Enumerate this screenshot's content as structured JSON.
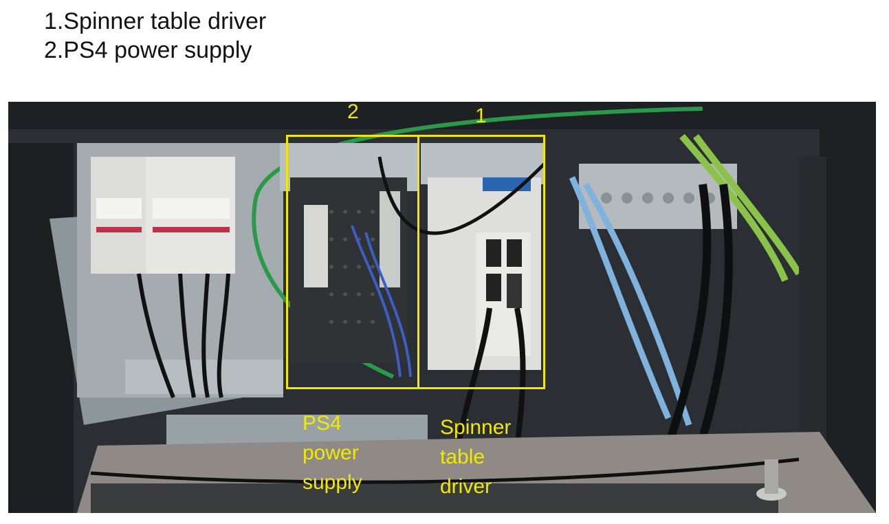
{
  "legend": {
    "item1": "1.Spinner table driver",
    "item2": "2.PS4 power supply"
  },
  "photo": {
    "highlights": [
      {
        "number": "2",
        "description": "PS4 power supply region"
      },
      {
        "number": "1",
        "description": "Spinner table driver region"
      }
    ],
    "callout_ps4": {
      "line1": "PS4",
      "line2": "power",
      "line3": "supply"
    },
    "callout_spinner": {
      "line1": "Spinner",
      "line2": "table",
      "line3": "driver"
    }
  },
  "colors": {
    "highlight": "#f2e900",
    "panel_gray": "#9aa3a8",
    "cabinet_dark": "#2a2e31"
  }
}
